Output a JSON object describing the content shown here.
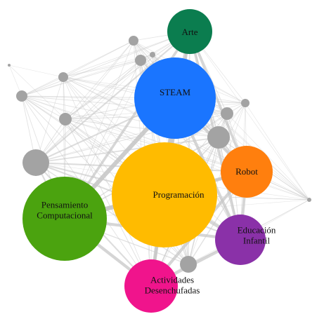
{
  "diagram": {
    "type": "network-graph",
    "nodes": [
      {
        "id": "arte",
        "lines": [
          "Arte"
        ],
        "color": "#0b7d4f"
      },
      {
        "id": "steam",
        "lines": [
          "STEAM"
        ],
        "color": "#1a75ff"
      },
      {
        "id": "robot",
        "lines": [
          "Robot"
        ],
        "color": "#ff7f0e"
      },
      {
        "id": "programacion",
        "lines": [
          "Programación"
        ],
        "color": "#ffbb00"
      },
      {
        "id": "pensamiento",
        "lines": [
          "Pensamiento",
          "Computacional"
        ],
        "color": "#4ba30f"
      },
      {
        "id": "educacion",
        "lines": [
          "Educación",
          "Infantil"
        ],
        "color": "#8a31a8"
      },
      {
        "id": "actividades",
        "lines": [
          "Actividades",
          "Desenchufadas"
        ],
        "color": "#f0148c"
      }
    ],
    "edge_color": "#c8c8c8",
    "minor_node_color": "#a3a3a3"
  }
}
